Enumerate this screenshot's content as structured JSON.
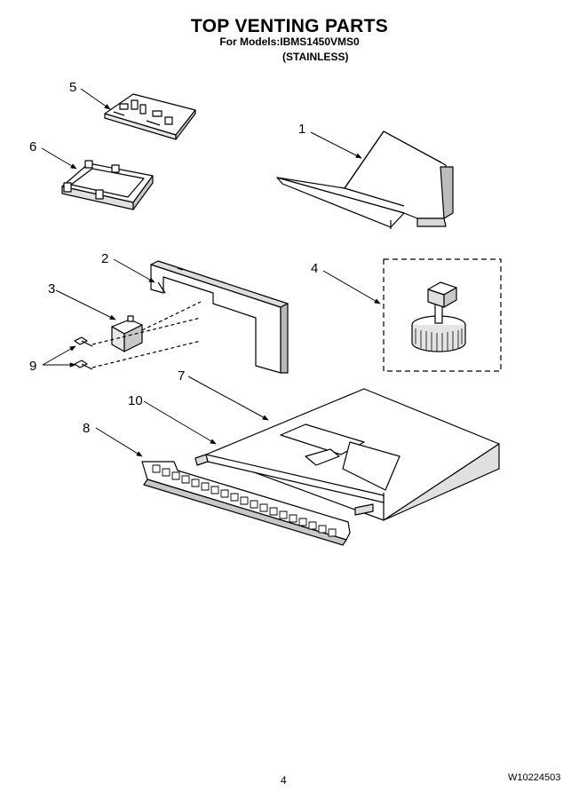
{
  "header": {
    "title": "TOP VENTING PARTS",
    "models_line": "For Models:IBMS1450VMS0",
    "finish": "(STAINLESS)"
  },
  "callouts": {
    "c1": "1",
    "c2": "2",
    "c3": "3",
    "c4": "4",
    "c5": "5",
    "c6": "6",
    "c7": "7",
    "c8": "8",
    "c9": "9",
    "c10": "10"
  },
  "footer": {
    "page_number": "4",
    "document_id": "W10224503"
  }
}
